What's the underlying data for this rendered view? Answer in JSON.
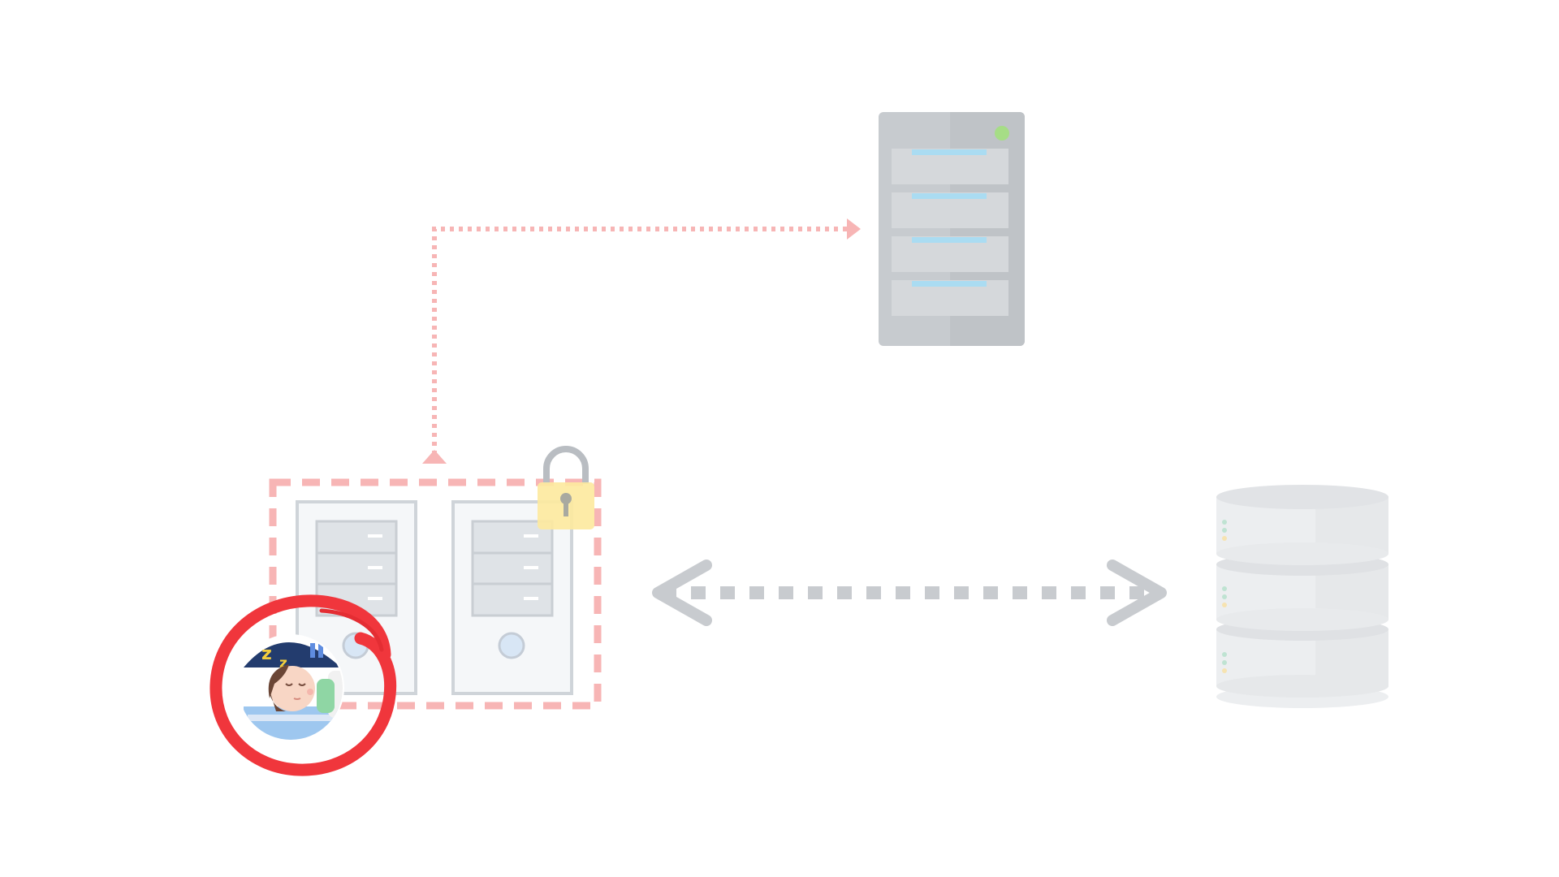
{
  "diagram": {
    "elements": [
      {
        "kind": "server-rack",
        "status": "online"
      },
      {
        "kind": "server-cluster",
        "towers": 2,
        "locked": true,
        "group_style": "dashed"
      },
      {
        "kind": "database",
        "tiers": 3
      },
      {
        "kind": "sleeping-person-badge",
        "highlighted": true
      }
    ],
    "connections": [
      {
        "from": "server-cluster",
        "to": "server-rack",
        "style": "dotted",
        "arrow": "both"
      },
      {
        "from": "server-cluster",
        "to": "database",
        "style": "dashed",
        "arrow": "both"
      }
    ]
  },
  "colors": {
    "background": "#ffffff",
    "accent_pink": "#f7b5b5",
    "highlight_red": "#f0363c",
    "server_gray": "#c5c9cc",
    "lock_yellow": "#fde9a0",
    "status_green": "#a6dd86",
    "navy": "#233c6e"
  }
}
